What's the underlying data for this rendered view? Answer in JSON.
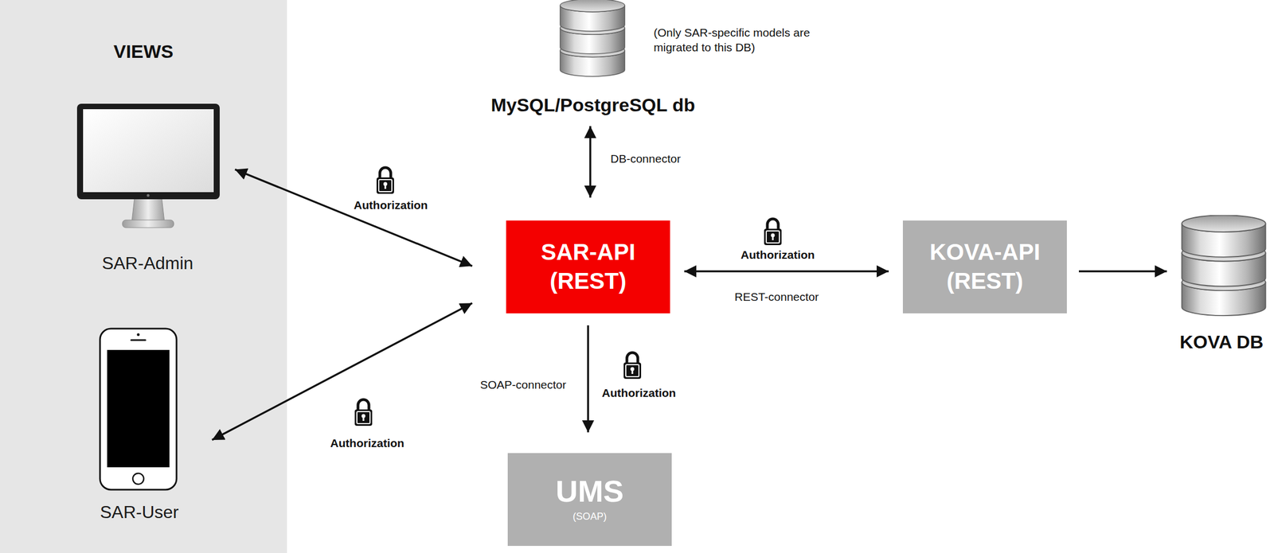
{
  "diagram": {
    "nodes": [
      {
        "text": [
          "VIEWS"
        ]
      },
      {
        "text": [
          "SAR-Admin"
        ],
        "in": 0
      },
      {
        "text": [
          "SAR-User"
        ],
        "in": 0
      },
      {
        "text": [
          "MySQL/PostgreSQL db"
        ]
      },
      {
        "text": [
          "SAR-API (REST)"
        ]
      },
      {
        "text": [
          "KOVA-API (REST)"
        ]
      },
      {
        "text": [
          "UMS",
          "(SOAP)"
        ]
      },
      {
        "text": [
          "KOVA DB"
        ]
      }
    ],
    "edges": [
      {
        "from": 1,
        "to": 4,
        "arrow": "both",
        "label": "Authorization"
      },
      {
        "from": 2,
        "to": 4,
        "arrow": "both",
        "label": "Authorization"
      },
      {
        "from": 3,
        "to": 4,
        "arrow": "both",
        "label": "DB-connector"
      },
      {
        "from": 4,
        "to": 5,
        "arrow": "both",
        "label": "REST-connector"
      },
      {
        "from": 4,
        "to": 6,
        "arrow": "to",
        "label": "SOAP-connector"
      },
      {
        "from": 5,
        "to": 7,
        "arrow": "to"
      }
    ],
    "labels": [
      "(Only SAR-specific models are migrated to this DB)",
      "Authorization",
      "Authorization"
    ]
  }
}
